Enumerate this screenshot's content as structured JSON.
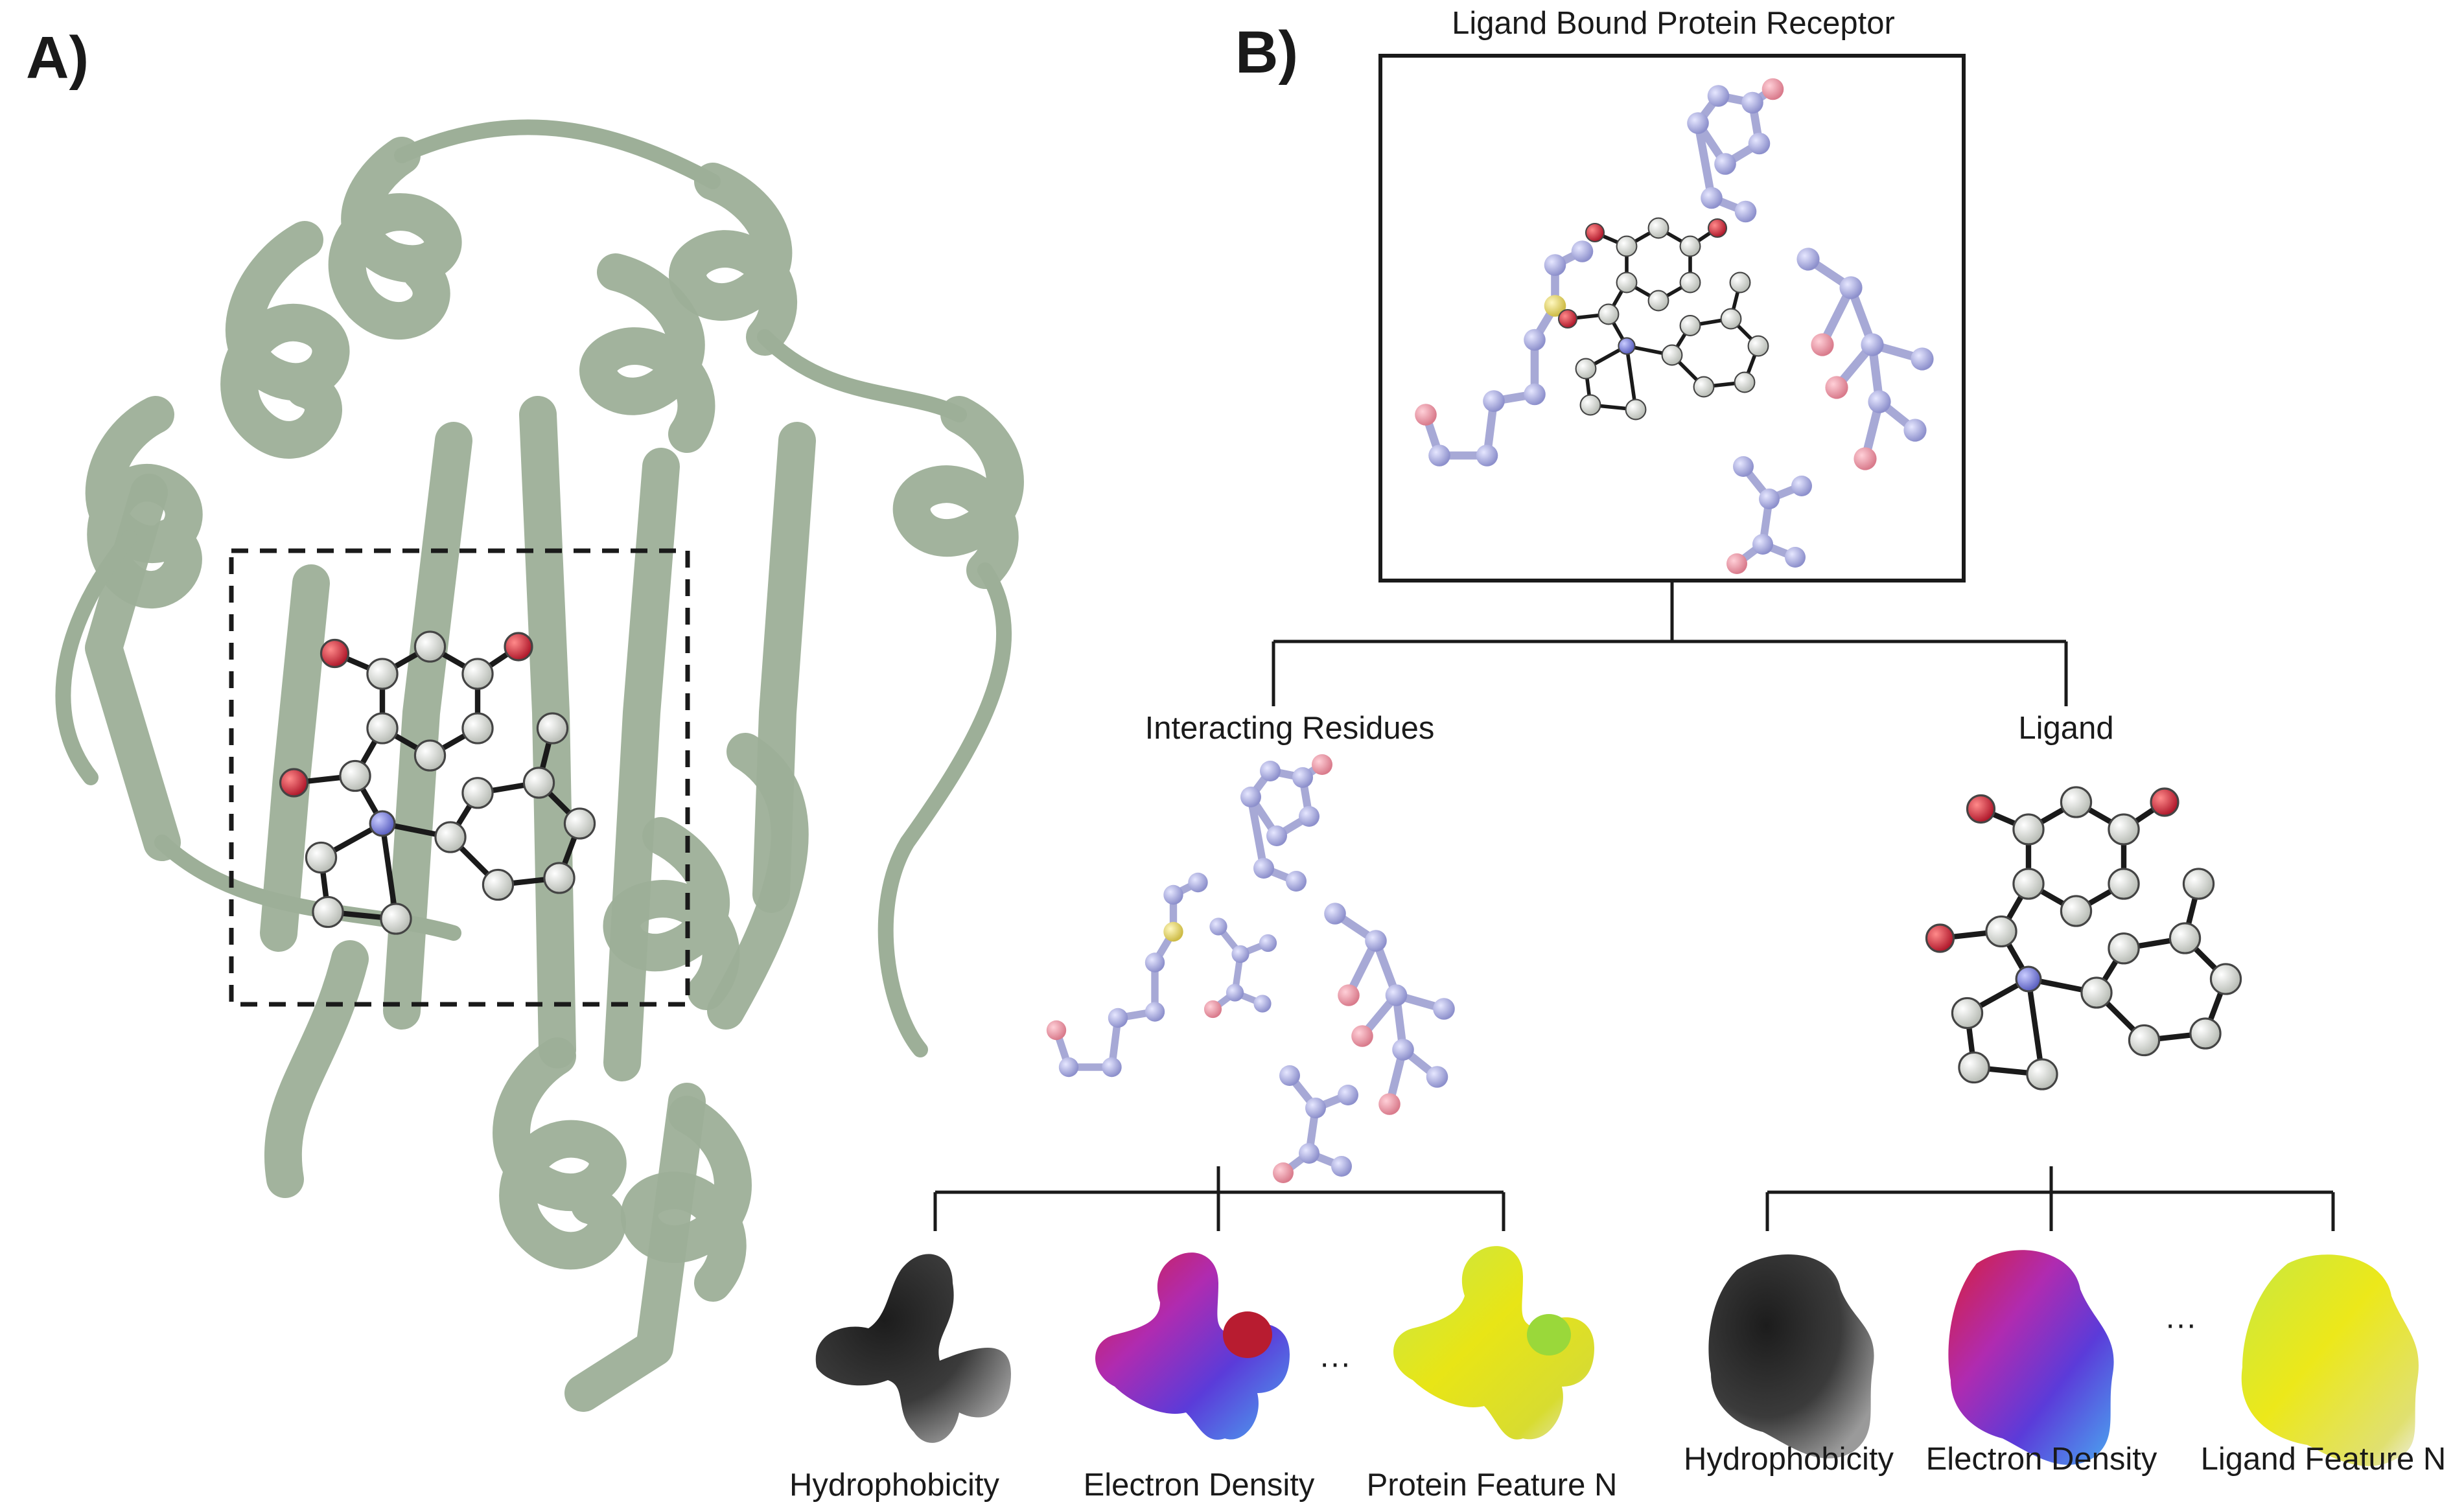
{
  "panel_a": {
    "label": "A)"
  },
  "panel_b": {
    "label": "B)",
    "receptor_title": "Ligand Bound Protein Receptor",
    "branch_residues": "Interacting Residues",
    "branch_ligand": "Ligand",
    "residue_features": [
      "Hydrophobicity",
      "Electron Density",
      "Protein Feature N"
    ],
    "ligand_features": [
      "Hydrophobicity",
      "Electron Density",
      "Ligand Feature N"
    ],
    "ellipsis": "···"
  },
  "colors": {
    "ribbon": "#9daf98",
    "carbon": "#e8ebe6",
    "oxygen": "#d6324a",
    "nitrogen": "#7a7fd6",
    "sulfur": "#e8d86a",
    "residue": "#a7a9d6",
    "residue_oxygen": "#e89aa8"
  }
}
